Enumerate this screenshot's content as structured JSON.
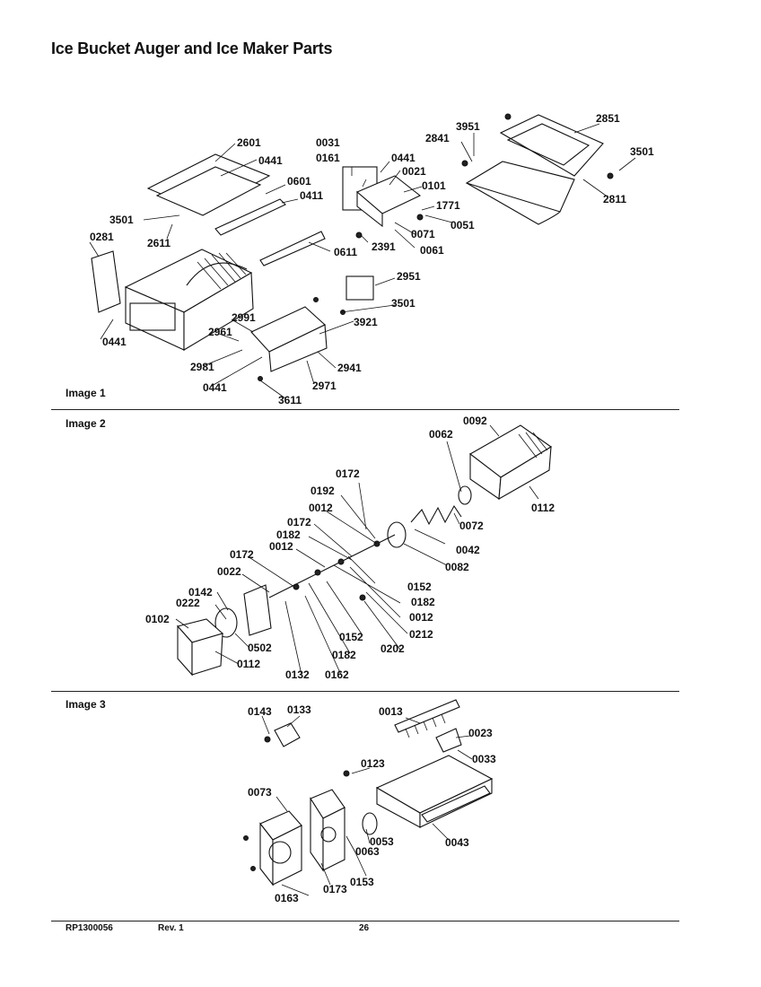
{
  "page": {
    "title": "Ice Bucket Auger and Ice Maker Parts"
  },
  "sections": [
    {
      "label": "Image 1",
      "callouts": [
        "2601",
        "0441",
        "0601",
        "0411",
        "3501",
        "2611",
        "0281",
        "0611",
        "0441",
        "0031",
        "0161",
        "0441",
        "0021",
        "0101",
        "1771",
        "0051",
        "0071",
        "0061",
        "2391",
        "2841",
        "3951",
        "2851",
        "3501",
        "2811",
        "2951",
        "3501",
        "3921",
        "2991",
        "2961",
        "2981",
        "0441",
        "2941",
        "2971",
        "3611"
      ]
    },
    {
      "label": "Image 2",
      "callouts": [
        "0092",
        "0062",
        "0112",
        "0072",
        "0042",
        "0082",
        "0172",
        "0192",
        "0012",
        "0172",
        "0182",
        "0012",
        "0152",
        "0182",
        "0012",
        "0212",
        "0202",
        "0152",
        "0182",
        "0162",
        "0132",
        "0172",
        "0022",
        "0142",
        "0222",
        "0102",
        "0502",
        "0112"
      ]
    },
    {
      "label": "Image 3",
      "callouts": [
        "0143",
        "0133",
        "0013",
        "0023",
        "0033",
        "0123",
        "0073",
        "0053",
        "0063",
        "0153",
        "0173",
        "0163",
        "0043"
      ]
    }
  ],
  "footer": {
    "doc_number": "RP1300056",
    "revision": "Rev. 1",
    "page_number": "26"
  }
}
